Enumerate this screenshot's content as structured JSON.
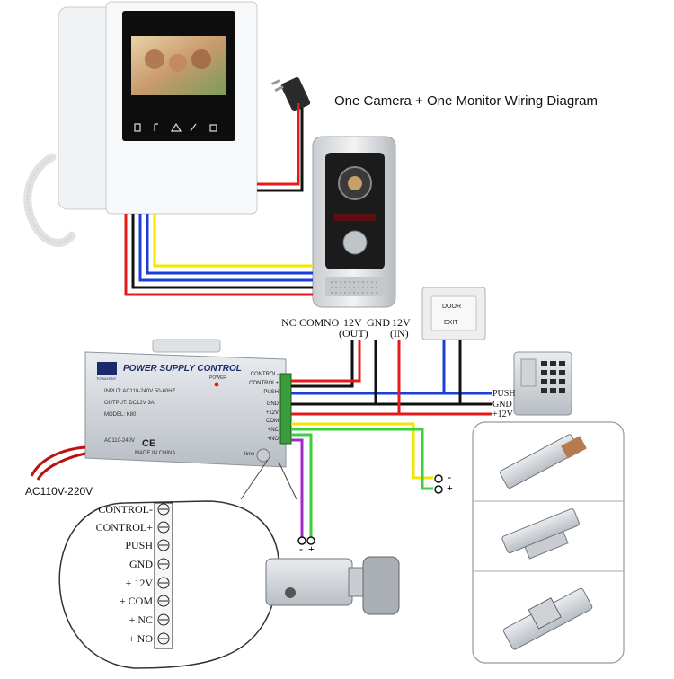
{
  "title": "One Camera + One Monitor Wiring Diagram",
  "top_labels": {
    "nc": "NC",
    "com": "COM",
    "no": "NO",
    "v12_out": "12V",
    "out": "(OUT)",
    "gnd": "GND",
    "v12_in": "12V",
    "in": "(IN)"
  },
  "psu": {
    "title": "POWER SUPPLY CONTROL",
    "brand": "TOWAYENT",
    "input": "INPUT: AC110-240V 50-60HZ",
    "output": "OUTPUT: DC12V 3A",
    "model": "MODEL: K80",
    "rating": "AC110-240V",
    "made": "MADE IN CHINA",
    "ce": "CE",
    "power_led_label": "POWER",
    "time_label": "time",
    "terminals": [
      "CONTROL-",
      "CONTROL+",
      "PUSH",
      "GND",
      "+12V",
      "COM",
      "+NC",
      "+NO"
    ]
  },
  "right_labels": {
    "push": "PUSH",
    "gnd": "GND",
    "v12": "+12V"
  },
  "ac_label": "AC110V-220V",
  "terminal_zoom": [
    "CONTROL-",
    "CONTROL+",
    "PUSH",
    "GND",
    "+ 12V",
    "+ COM",
    "+ NC",
    "+ NO"
  ],
  "exit_button": {
    "line1": "DOOR",
    "line2": "EXIT"
  },
  "polarity": {
    "mid_minus": "-",
    "mid_plus": "+",
    "low_minus": "-",
    "low_plus": "+"
  },
  "wire_colors": {
    "red": "#e31b1b",
    "blue": "#1a3fd6",
    "black": "#111111",
    "yellow": "#f2e600",
    "green": "#3ad23a",
    "purple": "#a12bc7"
  }
}
